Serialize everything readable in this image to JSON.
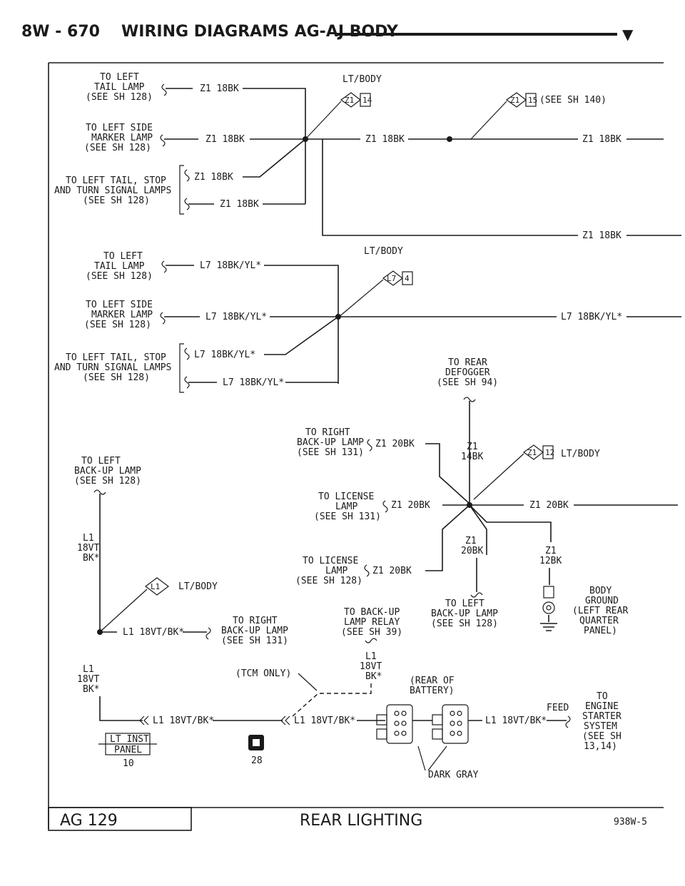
{
  "header": {
    "page_code": "8W - 670",
    "title": "WIRING DIAGRAMS AG-AJ BODY",
    "marker": "▼"
  },
  "labels": {
    "left_tail_lamp_1": [
      "TO LEFT",
      "TAIL LAMP",
      "(SEE SH 128)"
    ],
    "left_side_marker_1": [
      "TO LEFT SIDE",
      "MARKER LAMP",
      "(SEE SH 128)"
    ],
    "left_tail_stop_turn_1": [
      "TO LEFT TAIL, STOP",
      "AND TURN SIGNAL LAMPS",
      "(SEE SH 128)"
    ],
    "left_tail_lamp_2": [
      "TO LEFT",
      "TAIL LAMP",
      "(SEE SH 128)"
    ],
    "left_side_marker_2": [
      "TO LEFT SIDE",
      "MARKER LAMP",
      "(SEE SH 128)"
    ],
    "left_tail_stop_turn_2": [
      "TO LEFT TAIL, STOP",
      "AND TURN SIGNAL LAMPS",
      "(SEE SH 128)"
    ],
    "rear_defogger": [
      "TO REAR",
      "DEFOGGER",
      "(SEE SH 94)"
    ],
    "right_backup_1": [
      "TO RIGHT",
      "BACK-UP LAMP",
      "(SEE SH 131)"
    ],
    "left_backup_1": [
      "TO LEFT",
      "BACK-UP LAMP",
      "(SEE SH 128)"
    ],
    "license_lamp_131": [
      "TO LICENSE",
      "LAMP",
      "(SEE SH 131)"
    ],
    "license_lamp_128": [
      "TO LICENSE",
      "LAMP",
      "(SEE SH 128)"
    ],
    "backup_relay": [
      "TO BACK-UP",
      "LAMP RELAY",
      "(SEE SH 39)"
    ],
    "left_backup_2": [
      "TO LEFT",
      "BACK-UP LAMP",
      "(SEE SH 128)"
    ],
    "right_backup_2": [
      "TO RIGHT",
      "BACK-UP LAMP",
      "(SEE SH 131)"
    ],
    "body_ground": [
      "BODY",
      "GROUND",
      "(LEFT REAR",
      "QUARTER",
      "PANEL)"
    ],
    "engine_starter": [
      "TO",
      "ENGINE",
      "STARTER",
      "SYSTEM",
      "(SEE SH",
      "13,14)"
    ],
    "feed": "FEED",
    "rear_of_battery": [
      "(REAR OF",
      "BATTERY)"
    ],
    "tcm_only": "(TCM ONLY)",
    "dark_gray": "DARK GRAY",
    "lt_body_1": "LT/BODY",
    "lt_body_2": "LT/BODY",
    "lt_body_3": "LT/BODY",
    "lt_body_4": "LT/BODY",
    "see_sh_140": "(SEE SH 140)",
    "lt_inst_panel": [
      "LT INST",
      "PANEL"
    ],
    "conn_10": "10",
    "conn_28": "28"
  },
  "splices": {
    "z1_14": [
      "Z1",
      "14"
    ],
    "z1_15": [
      "Z1",
      "15"
    ],
    "l7_4": [
      "L7",
      "4"
    ],
    "z1_12": [
      "Z1",
      "12"
    ],
    "l1": [
      "L1"
    ]
  },
  "wires": {
    "z1_18bk": "Z1 18BK",
    "l7_18bkyl": "L7 18BK/YL*",
    "z1_20bk": "Z1 20BK",
    "l1_18vtbk": "L1 18VT/BK*",
    "z1_14bk": [
      "Z1",
      "14BK"
    ],
    "z1_20bk_v": [
      "Z1",
      "20BK"
    ],
    "z1_12bk": [
      "Z1",
      "12BK"
    ],
    "l1_18vt_bk_a": [
      "L1",
      "18VT",
      "BK*"
    ],
    "l1_18vt_bk_b": [
      "L1",
      "18VT",
      "BK*"
    ],
    "l1_18vt_bk_c": [
      "L1",
      "18VT",
      "BK*"
    ]
  },
  "footer": {
    "sheet": "AG 129",
    "title": "REAR LIGHTING",
    "code": "938W-5"
  }
}
